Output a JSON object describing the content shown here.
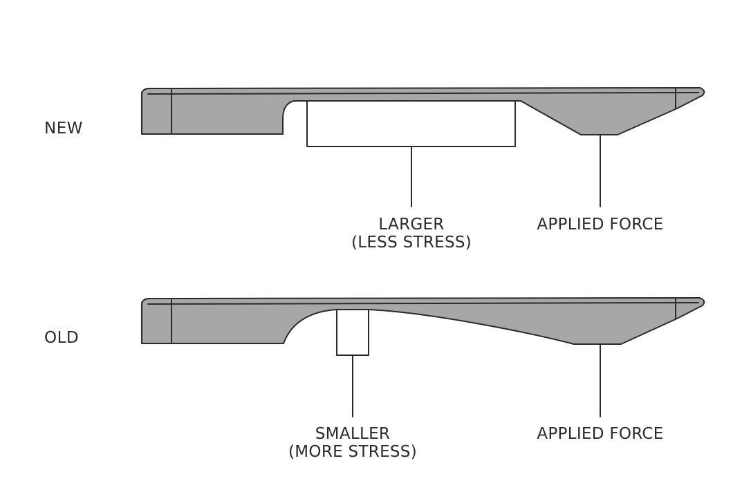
{
  "colors": {
    "background": "#ffffff",
    "part_fill": "#a9a7a5",
    "outline": "#2a2a2a"
  },
  "new": {
    "label": "NEW",
    "contact_line1": "LARGER",
    "contact_line2": "(LESS STRESS)",
    "force_label": "APPLIED FORCE"
  },
  "old": {
    "label": "OLD",
    "contact_line1": "SMALLER",
    "contact_line2": "(MORE STRESS)",
    "force_label": "APPLIED FORCE"
  }
}
